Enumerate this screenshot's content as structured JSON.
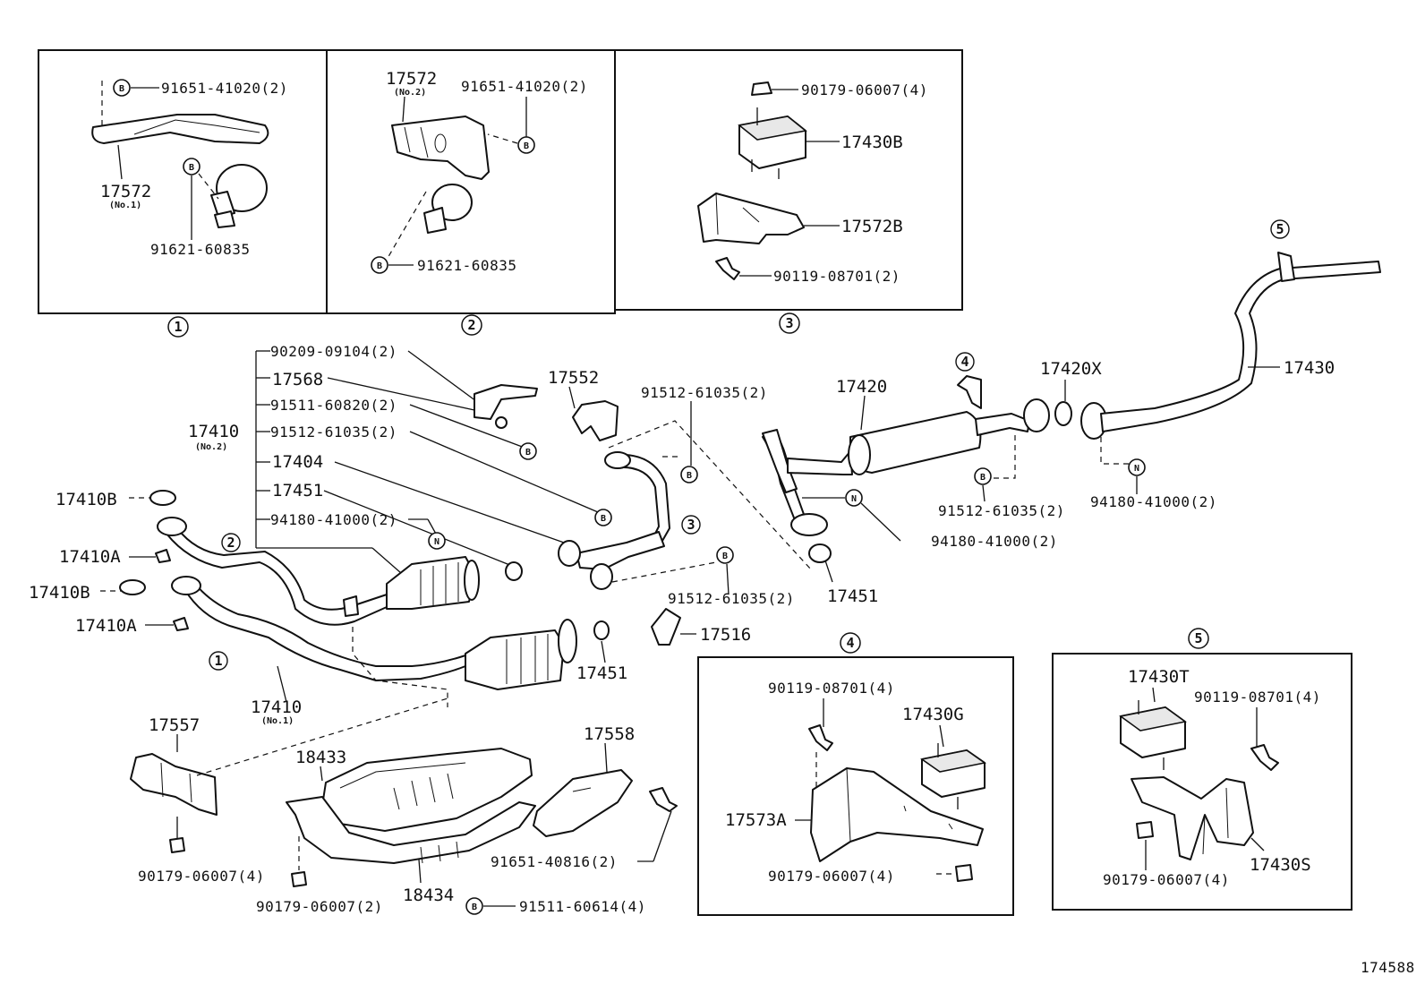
{
  "boxes": [
    {
      "number": "1"
    },
    {
      "number": "2"
    },
    {
      "number": "3"
    },
    {
      "number": "4"
    },
    {
      "number": "5"
    }
  ],
  "markers": {
    "bolt": "B",
    "nut": "N"
  },
  "box1": {
    "bolt_top": "91651-41020(2)",
    "bracket": "17572",
    "bracket_sub": "(No.1)",
    "clamp_bolt": "91621-60835"
  },
  "box2": {
    "bracket": "17572",
    "bracket_sub": "(No.2)",
    "bolt_top": "91651-41020(2)",
    "clamp_bolt": "91621-60835"
  },
  "box3": {
    "nut": "90179-06007(4)",
    "mount": "17430B",
    "bracket": "17572B",
    "bolt": "90119-08701(2)"
  },
  "front": {
    "p90209": "90209-09104(2)",
    "p17568": "17568",
    "p91511": "91511-60820(2)",
    "p17410_no2": "17410",
    "p17410_no2_sub": "(No.2)",
    "p91512_a": "91512-61035(2)",
    "p17404": "17404",
    "p17451_a": "17451",
    "p94180_a": "94180-41000(2)",
    "p17410B_top": "17410B",
    "p17410A_top": "17410A",
    "p17410B_bot": "17410B",
    "p17410A_bot": "17410A",
    "p17410_no1": "17410",
    "p17410_no1_sub": "(No.1)",
    "p17552": "17552",
    "p91512_b": "91512-61035(2)",
    "p91512_c": "91512-61035(2)",
    "p17451_b": "17451",
    "p17516": "17516",
    "p17557": "17557",
    "p90179_a": "90179-06007(4)",
    "p18433": "18433",
    "p18434": "18434",
    "p90179_b": "90179-06007(2)",
    "p17558": "17558",
    "p91651_b": "91651-40816(2)",
    "p91511_b": "91511-60614(4)"
  },
  "rear": {
    "p17420": "17420",
    "p17420X": "17420X",
    "p17430": "17430",
    "p91512_d": "91512-61035(2)",
    "p94180_b": "94180-41000(2)",
    "p94180_c": "94180-41000(2)",
    "p17451_c": "17451"
  },
  "box4": {
    "bolt": "90119-08701(4)",
    "mount": "17430G",
    "bracket": "17573A",
    "nut": "90179-06007(4)"
  },
  "box5": {
    "mount": "17430T",
    "bolt": "90119-08701(4)",
    "bracket": "17430S",
    "nut": "90179-06007(4)"
  },
  "footer": {
    "drawing_number": "174588"
  }
}
